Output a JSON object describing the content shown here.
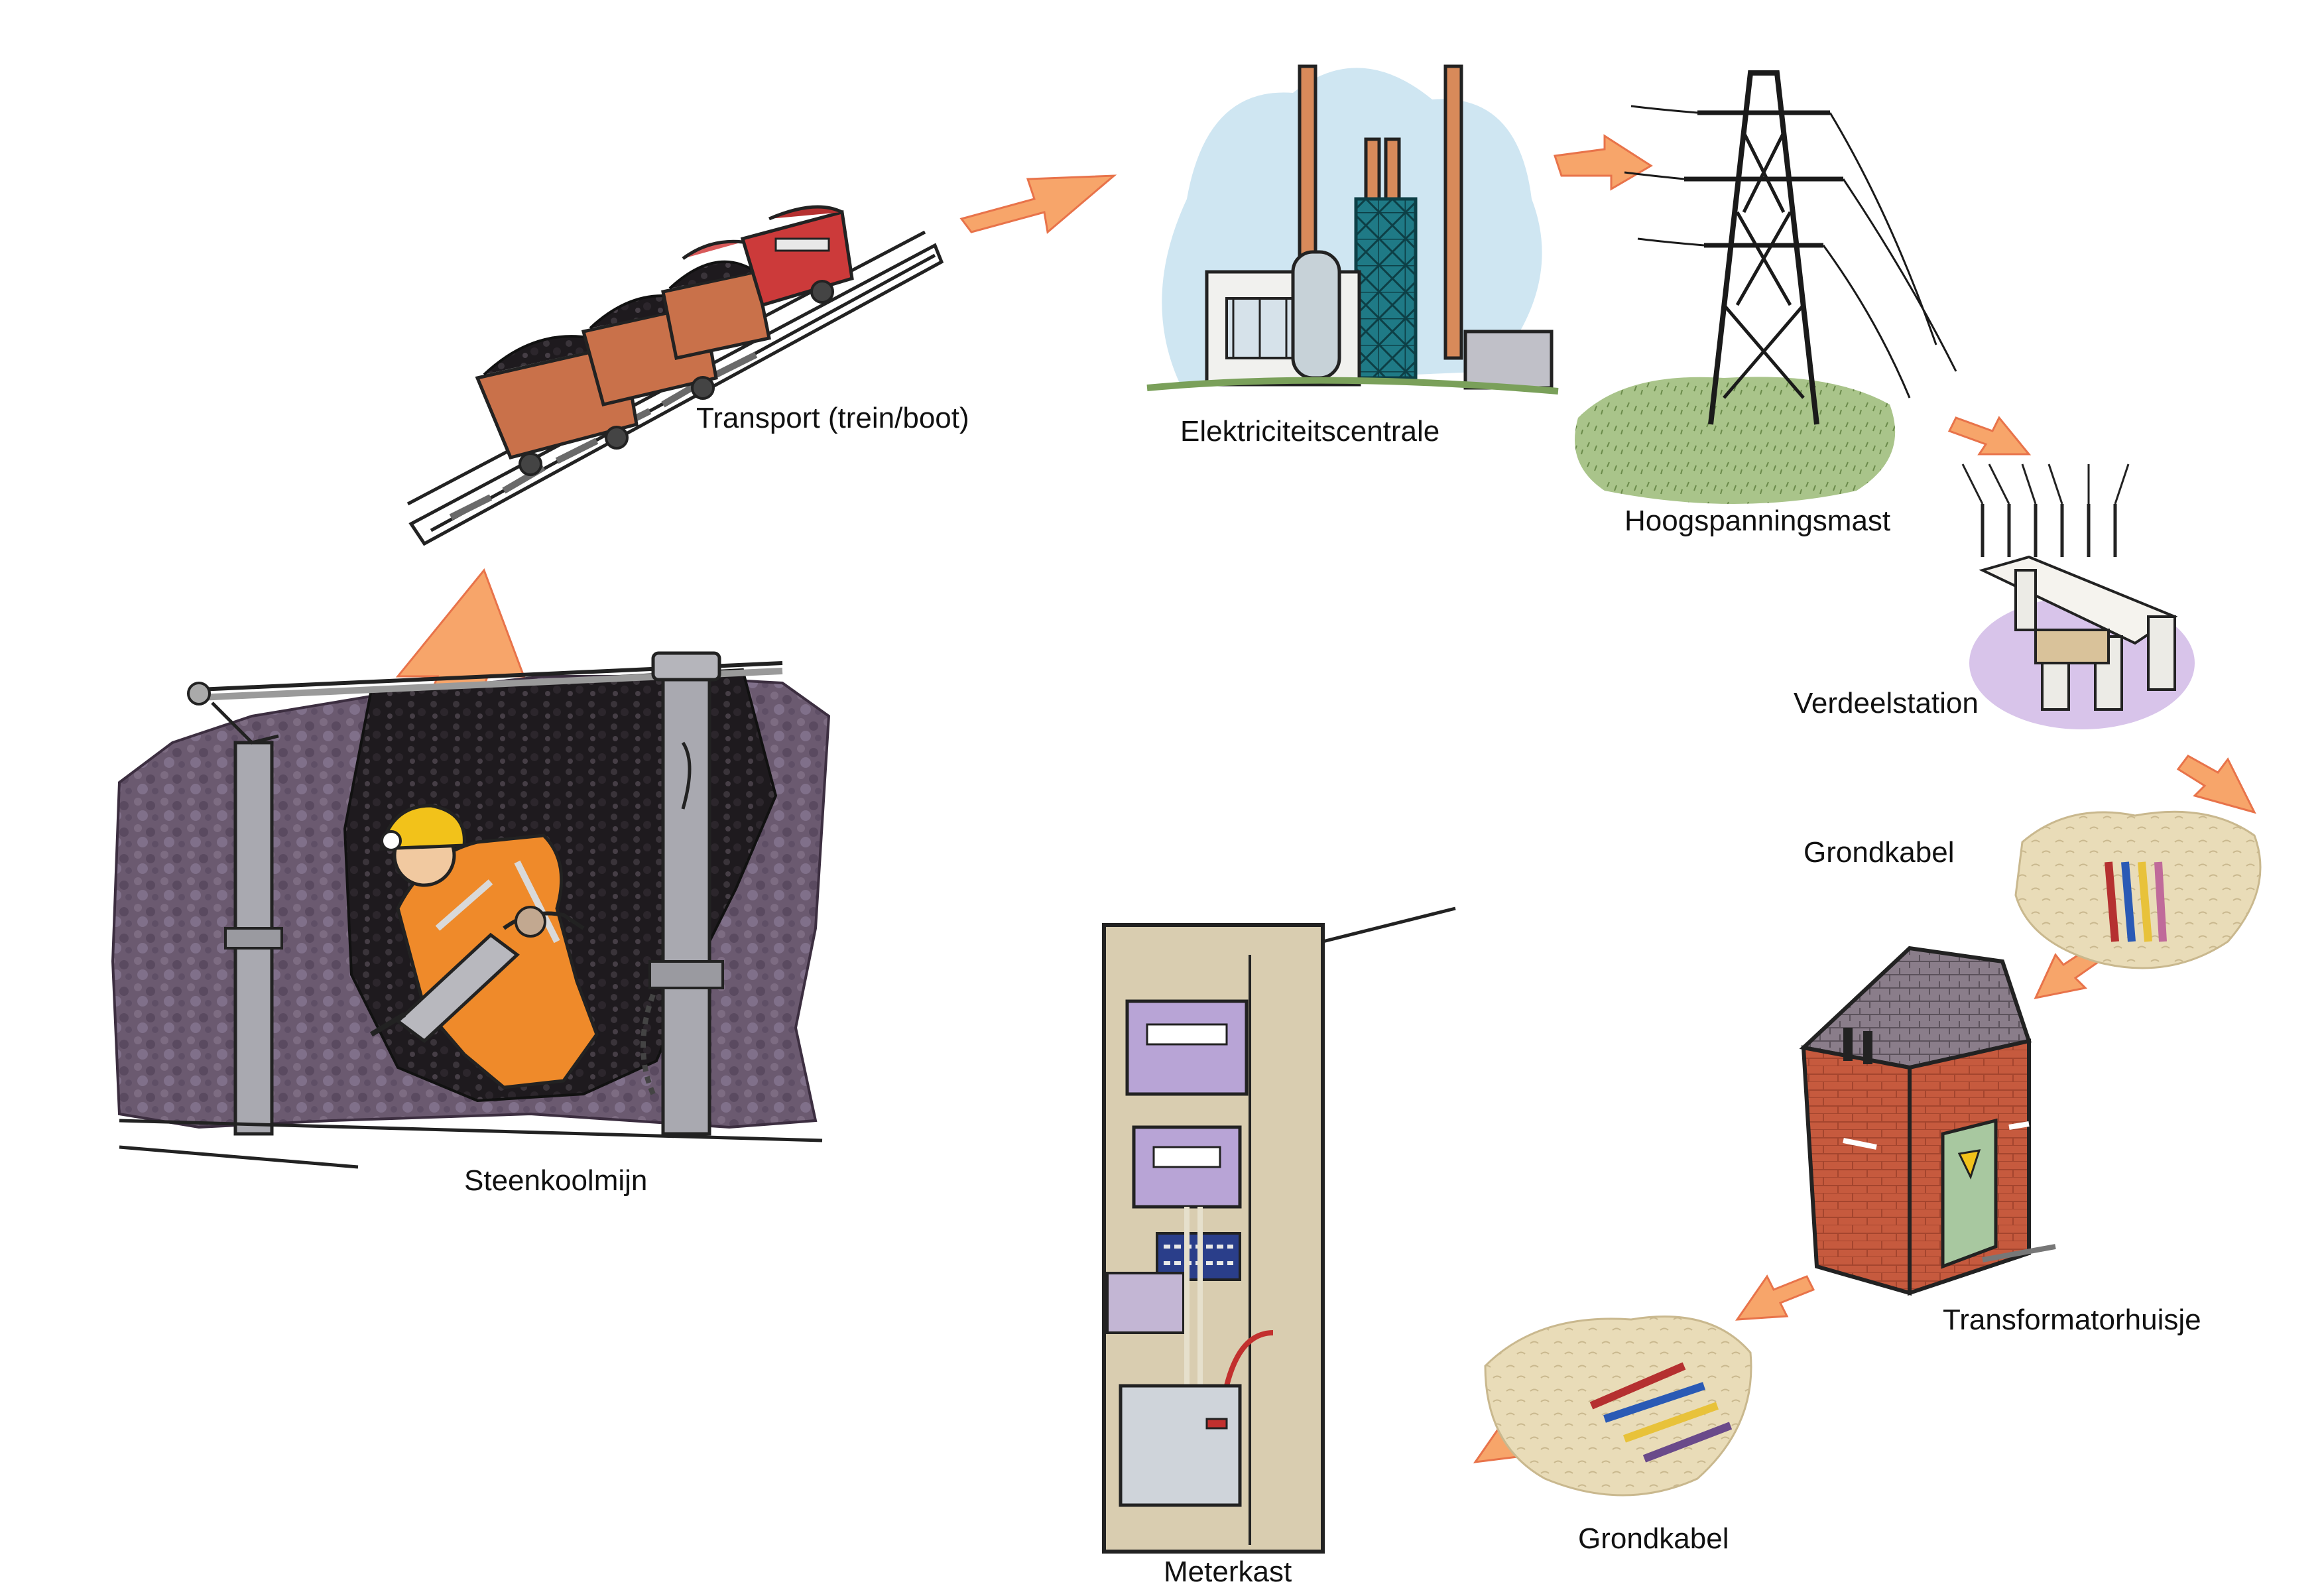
{
  "stations": {
    "mine": {
      "label": "Steenkoolmijn"
    },
    "transport": {
      "label": "Transport (trein/boot)"
    },
    "power_plant": {
      "label": "Elektriciteitscentrale"
    },
    "pylon": {
      "label": "Hoogspanningsmast"
    },
    "substation": {
      "label": "Verdeelstation"
    },
    "cable1": {
      "label": "Grondkabel"
    },
    "transformer": {
      "label": "Transformatorhuisje"
    },
    "cable2": {
      "label": "Grondkabel"
    },
    "meter": {
      "label": "Meterkast"
    }
  },
  "colors": {
    "arrow": "#f7a56a",
    "arrow_stroke": "#e8734a",
    "ink": "#1a1a1a",
    "rock": "#6b5a70",
    "coal": "#1e1a1e",
    "miner_suit": "#ef8a2a",
    "helmet": "#f2c21a",
    "rail_car": "#c9714a",
    "locomotive": "#cc3a3a",
    "plant_chimney": "#d88a5a",
    "plant_tower": "#1f7a86",
    "sky": "#cfe6f2",
    "grass": "#a9c48a",
    "substation_ground": "#d8c4ea",
    "sand": "#e9dcb8",
    "brick": "#c65a3e",
    "roof": "#8a7d8a",
    "door": "#a8c8a0",
    "cabinet": "#d9cdb0",
    "meter_purple": "#b8a4d6"
  },
  "icons": {
    "mine": "coal-mine-miner-illustration",
    "transport": "coal-train-illustration",
    "power_plant": "power-plant-illustration",
    "pylon": "high-voltage-pylon-illustration",
    "substation": "substation-illustration",
    "cable": "underground-cable-illustration",
    "transformer": "transformer-house-illustration",
    "meter": "meter-cabinet-illustration",
    "flow": "arrow-icon"
  }
}
